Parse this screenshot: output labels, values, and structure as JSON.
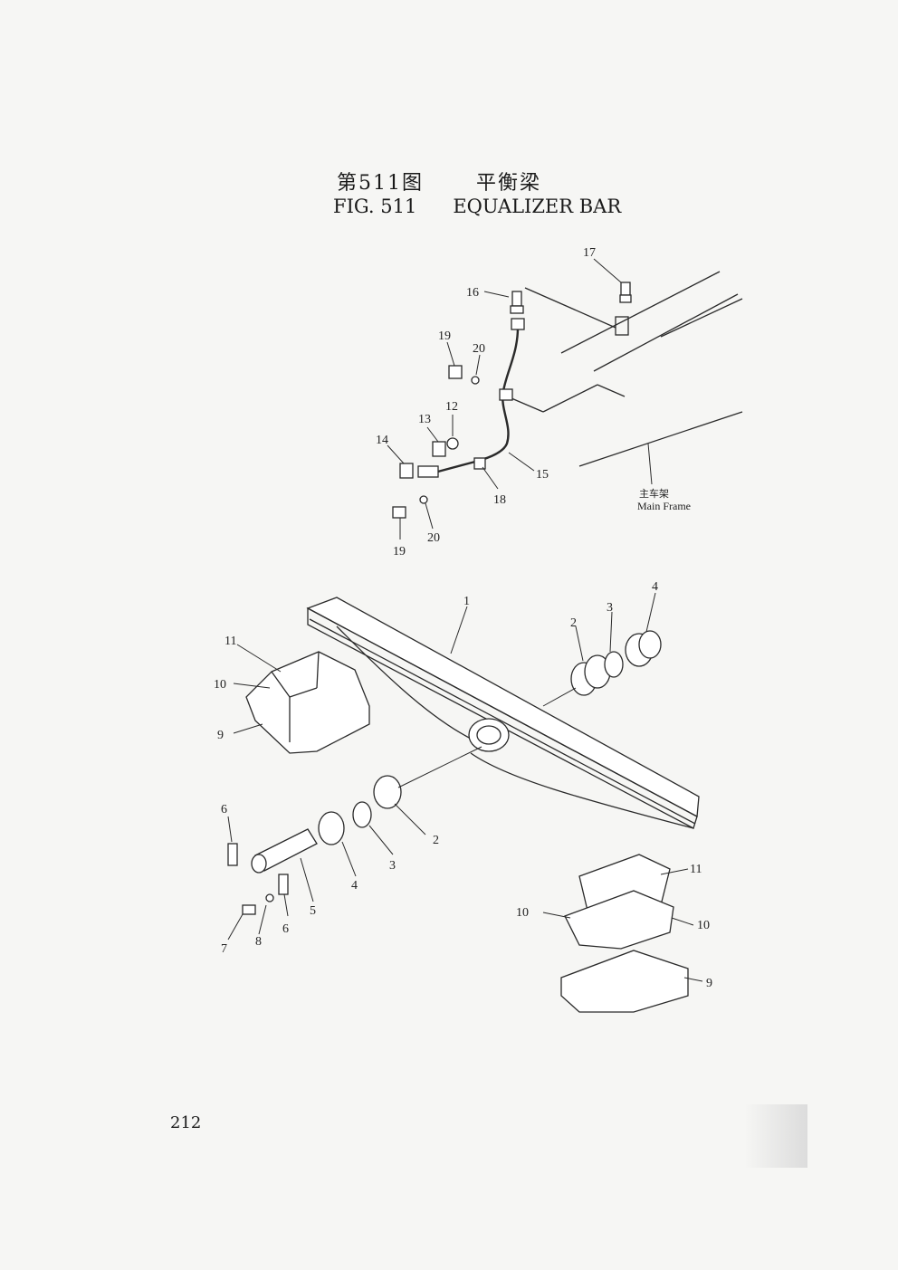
{
  "title": {
    "cn_fig": "第511图",
    "cn_name": "平衡梁",
    "en_fig": "FIG. 511",
    "en_name": "EQUALIZER BAR"
  },
  "page_number": "212",
  "main_frame": {
    "cn": "主车架",
    "en": "Main Frame"
  },
  "callouts": [
    "1",
    "2",
    "3",
    "4",
    "2",
    "3",
    "4",
    "5",
    "6",
    "6",
    "7",
    "8",
    "9",
    "10",
    "11",
    "9",
    "10",
    "10",
    "11",
    "12",
    "13",
    "14",
    "15",
    "16",
    "17",
    "18",
    "19",
    "19",
    "20",
    "20"
  ]
}
